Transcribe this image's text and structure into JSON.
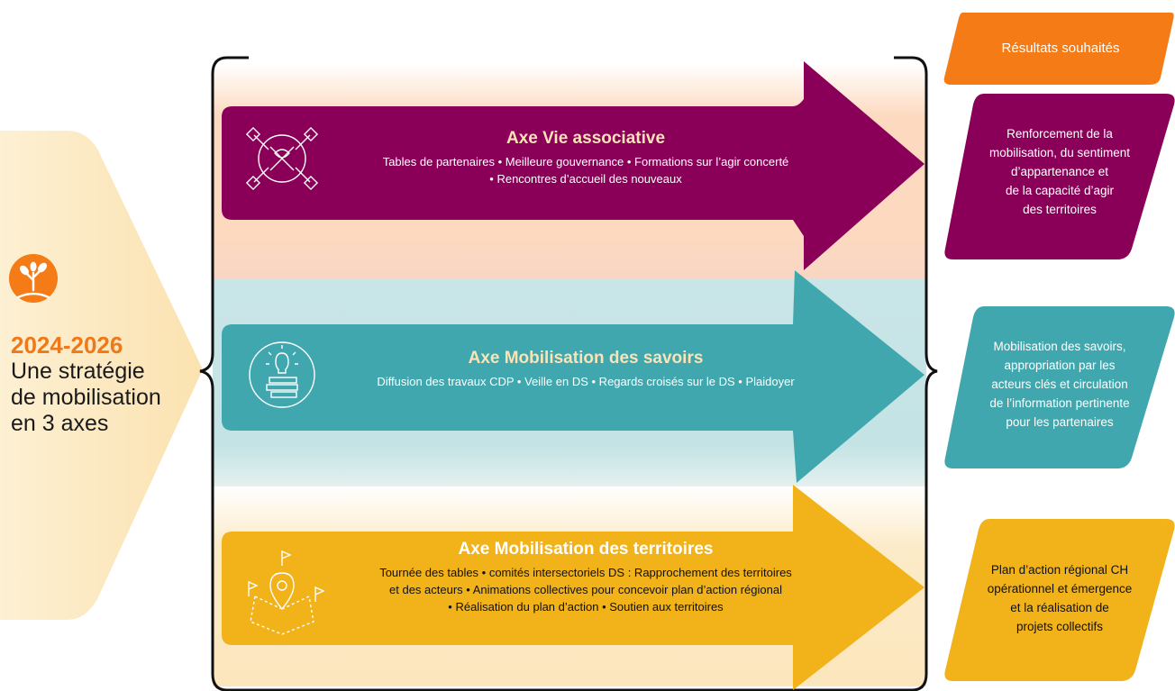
{
  "intro": {
    "years": "2024-2026",
    "lines": [
      "Une stratégie",
      "de mobilisation",
      "en 3 axes"
    ],
    "icon": "tree-growth-icon"
  },
  "colors": {
    "orange": "#f47b16",
    "purple": "#8a0058",
    "teal": "#3fa7ad",
    "gold": "#f1b21a",
    "cream": "#fde8c0"
  },
  "results_header": "Résultats souhaités",
  "axes": [
    {
      "title": "Axe Vie associative",
      "desc_lines": [
        "Tables de partenaires • Meilleure gouvernance • Formations sur l’agir concerté",
        "• Rencontres d’accueil des nouveaux"
      ],
      "icon": "joined-hands-icon",
      "result_lines": [
        "Renforcement de la",
        "mobilisation, du sentiment",
        "d’appartenance et",
        "de la capacité d’agir",
        "des territoires"
      ]
    },
    {
      "title": "Axe Mobilisation des savoirs",
      "desc_lines": [
        "Diffusion des travaux CDP • Veille en DS • Regards croisés sur le DS • Plaidoyer"
      ],
      "icon": "lightbulb-books-icon",
      "result_lines": [
        "Mobilisation des savoirs,",
        "appropriation par les",
        "acteurs clés et circulation",
        "de l’information pertinente",
        "pour les partenaires"
      ]
    },
    {
      "title": "Axe Mobilisation des territoires",
      "desc_lines": [
        "Tournée des tables • comités intersectoriels DS : Rapprochement des territoires",
        "et des acteurs • Animations collectives pour concevoir plan d’action régional",
        "• Réalisation du plan d’action • Soutien aux territoires"
      ],
      "icon": "map-pin-flags-icon",
      "result_lines": [
        "Plan d’action régional CH",
        "opérationnel et émergence",
        "et la réalisation de",
        "projets collectifs"
      ]
    }
  ]
}
